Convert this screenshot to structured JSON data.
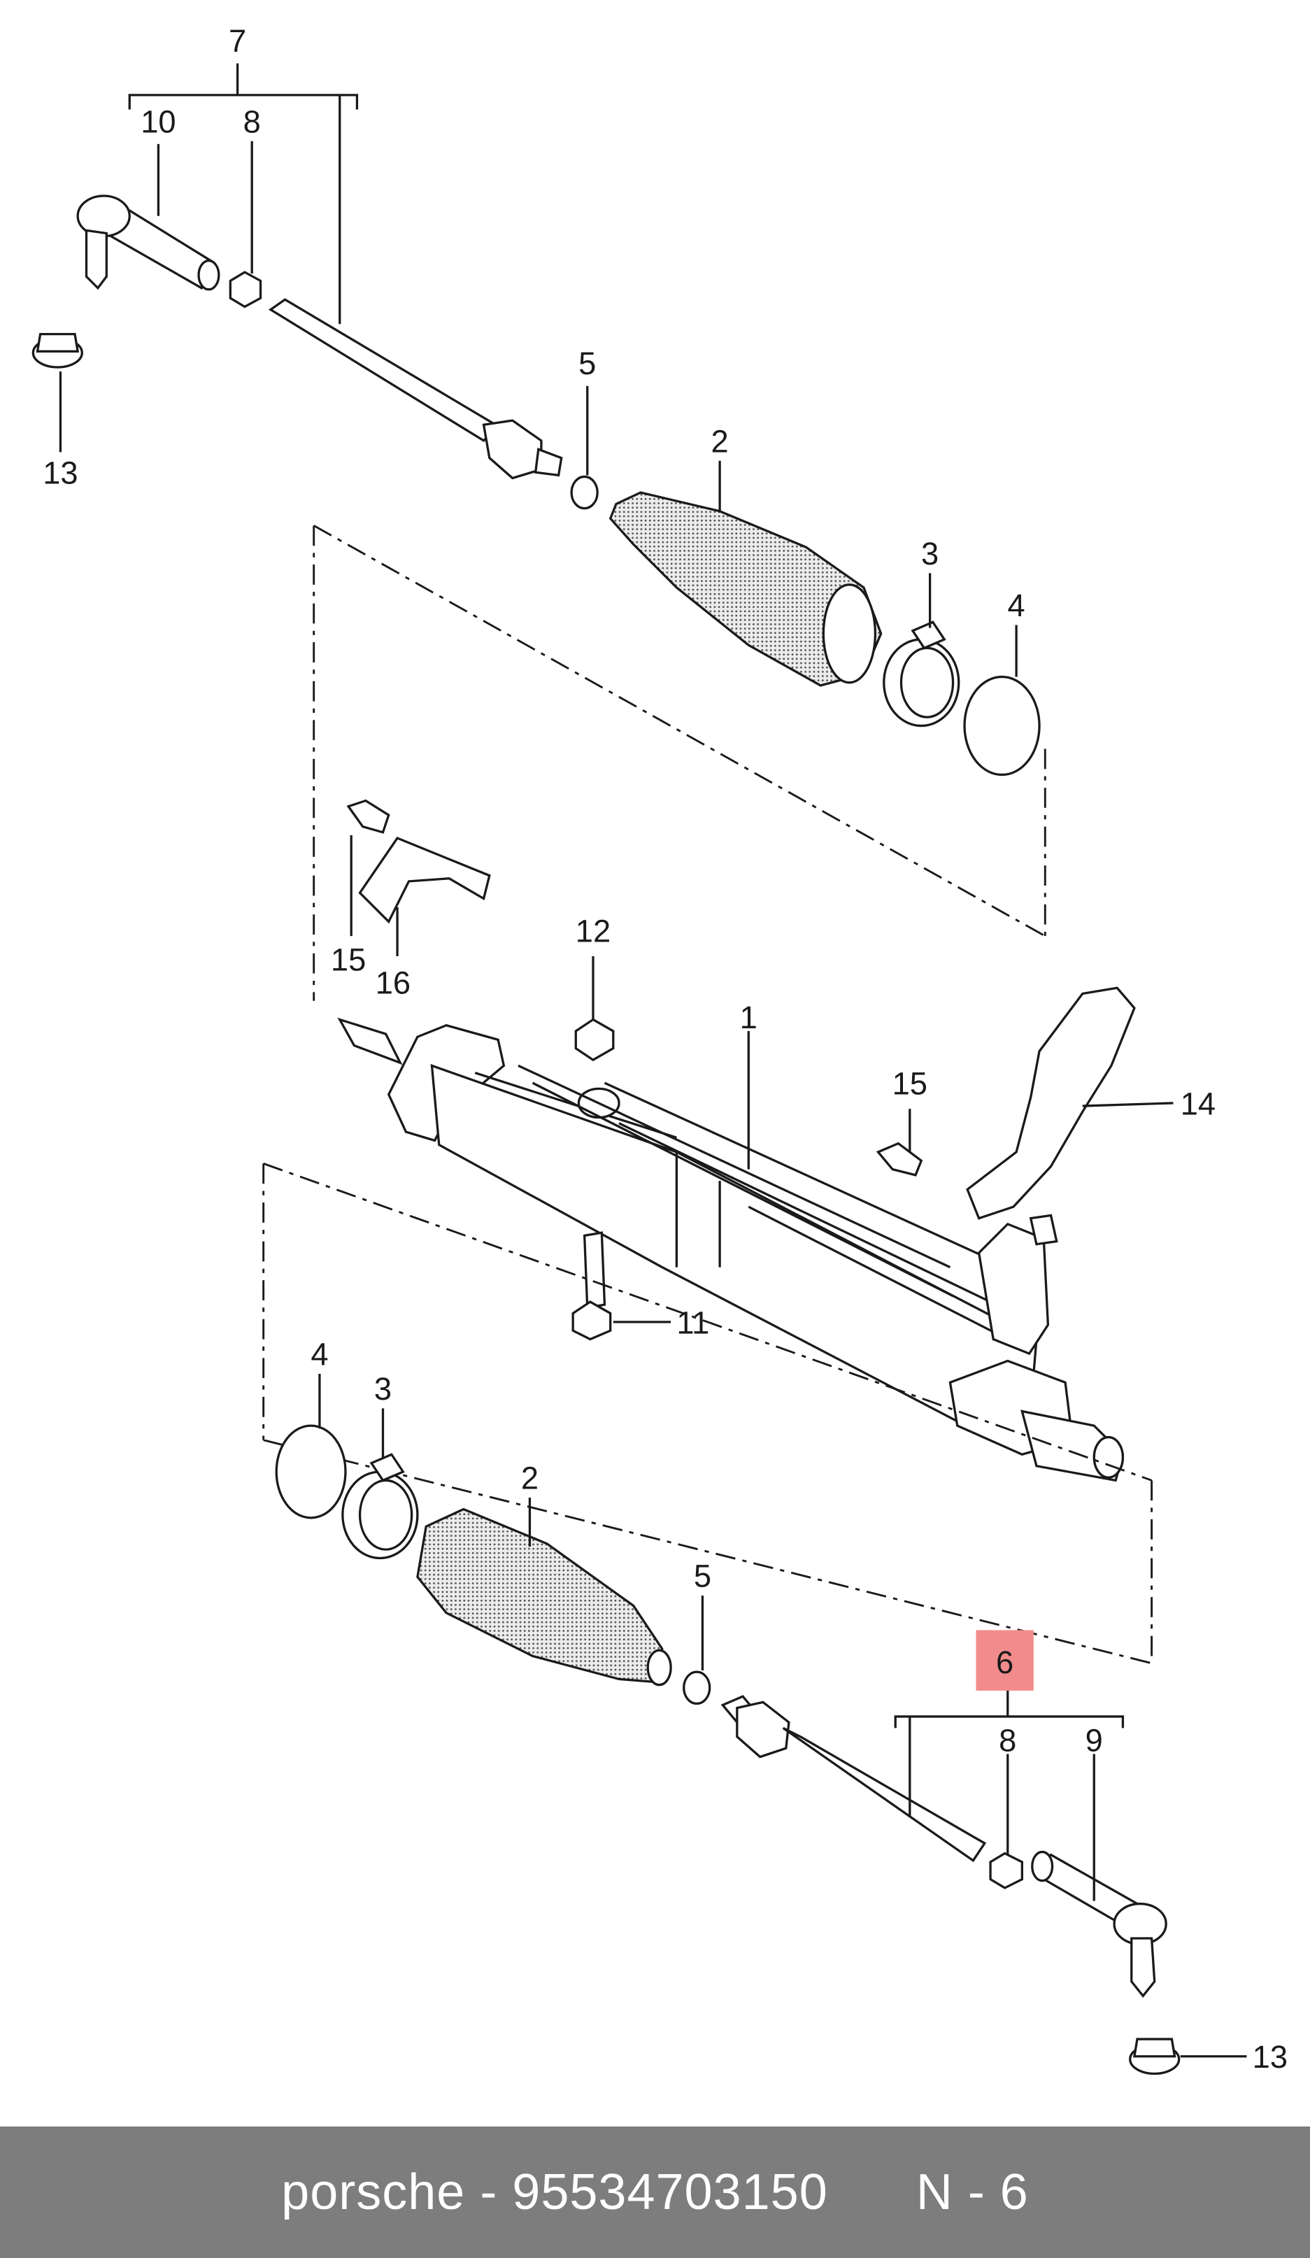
{
  "labels": {
    "l7": "7",
    "l10": "10",
    "l8a": "8",
    "l13a": "13",
    "l5a": "5",
    "l2a": "2",
    "l3a": "3",
    "l4a": "4",
    "l15a": "15",
    "l16": "16",
    "l12": "12",
    "l1": "1",
    "l15b": "15",
    "l14": "14",
    "l11": "11",
    "l4b": "4",
    "l3b": "3",
    "l2b": "2",
    "l5b": "5",
    "l6": "6",
    "l8b": "8",
    "l9": "9",
    "l13b": "13"
  },
  "highlight_color": "#f28b8b",
  "footer": {
    "brand": "porsche",
    "separator": " - ",
    "part_number": "95534703150",
    "ref": "N - 6"
  }
}
